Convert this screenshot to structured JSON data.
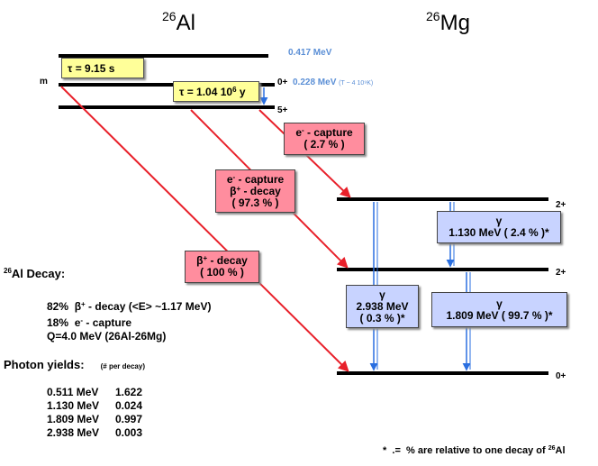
{
  "titles": {
    "left_mass": "26",
    "left_symbol": "Al",
    "right_mass": "26",
    "right_symbol": "Mg"
  },
  "levels": {
    "top_energy": "0.417 MeV",
    "meta_label": "m",
    "meta_spin": "0+",
    "meta_energy": "0.228 MeV",
    "meta_note": "(T ~ 4 10⁹K)",
    "ground_spin": "5+",
    "mg_level2_spin": "2+",
    "mg_level1_spin": "2+",
    "mg_ground_spin": "0+"
  },
  "boxes": {
    "tau_meta": "τ = 9.15 s",
    "tau_ground_pre": "τ = 1.04 10",
    "tau_ground_exp": "6",
    "tau_ground_post": " y",
    "ec_small_l1": "e",
    "ec_small_l1_sup": "-",
    "ec_small_l1_rest": " - capture",
    "ec_small_l2": "( 2.7 % )",
    "mix_l1": "e",
    "mix_l1_sup": "-",
    "mix_l1_rest": " - capture",
    "mix_l2": "β",
    "mix_l2_sup": "+",
    "mix_l2_rest": " - decay",
    "mix_l3": "( 97.3 % )",
    "beta_l1": "β",
    "beta_l1_sup": "+",
    "beta_l1_rest": " - decay",
    "beta_l2": "( 100 % )",
    "g1130_l1": "γ",
    "g1130_l2": "1.130 MeV  ( 2.4 % )*",
    "g2938_l1": "γ",
    "g2938_l2": "2.938 MeV",
    "g2938_l3": "( 0.3 % )*",
    "g1809_l1": "γ",
    "g1809_l2": "1.809 MeV  ( 99.7 % )*"
  },
  "decay_info": {
    "heading_mass": "26",
    "heading_rest": "Al Decay:",
    "line1_pct": "82%",
    "line1_beta": "β",
    "line1_sup": "+",
    "line1_rest": " - decay    (<E> ~1.17 MeV)",
    "line2_pct": "18%",
    "line2_e": "e",
    "line2_sup": "-",
    "line2_rest": " - capture",
    "line3": "Q=4.0 MeV (26Al-26Mg)"
  },
  "photon_yields": {
    "heading": "Photon yields:",
    "subheading": "(# per decay)",
    "rows": [
      {
        "energy": "0.511 MeV",
        "yield": "1.622"
      },
      {
        "energy": "1.130 MeV",
        "yield": "0.024"
      },
      {
        "energy": "1.809 MeV",
        "yield": "0.997"
      },
      {
        "energy": "2.938 MeV",
        "yield": "0.003"
      }
    ]
  },
  "footnote": {
    "text": "*  .=  % are relative to one decay of ",
    "mass": "26",
    "symbol": "Al"
  },
  "colors": {
    "decay_arrow": "#e8202a",
    "gamma_arrow": "#2a6fe0",
    "energy_text": "#5b8fd6",
    "yellow_box": "#ffff99",
    "red_box": "#ff8d9e",
    "blue_box": "#c8d3ff"
  }
}
